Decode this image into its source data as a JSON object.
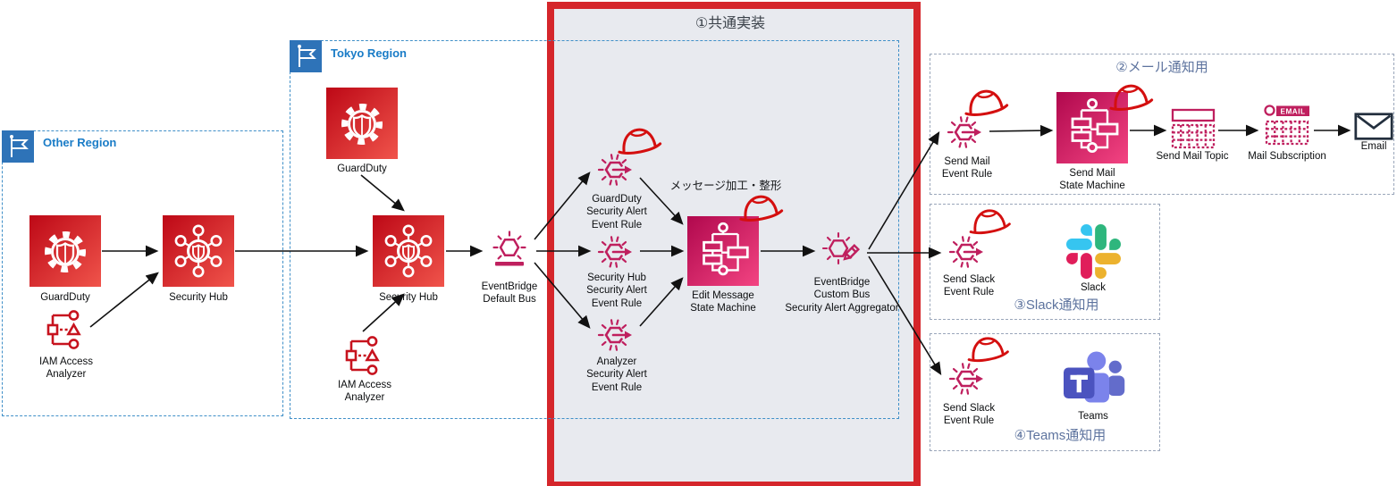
{
  "regions": {
    "other": {
      "label": "Other Region"
    },
    "tokyo": {
      "label": "Tokyo Region"
    }
  },
  "groups": {
    "common": {
      "title": "①共通実装"
    },
    "mail": {
      "title": "②メール通知用"
    },
    "slack": {
      "title": "③Slack通知用"
    },
    "teams": {
      "title": "④Teams通知用"
    }
  },
  "nodes": {
    "guardduty_other": {
      "label": "GuardDuty"
    },
    "securityhub_other": {
      "label": "Security Hub"
    },
    "iam_analyzer_other": {
      "label": "IAM Access\nAnalyzer"
    },
    "guardduty_tokyo": {
      "label": "GuardDuty"
    },
    "securityhub_tokyo": {
      "label": "Security Hub"
    },
    "iam_analyzer_tokyo": {
      "label": "IAM Access\nAnalyzer"
    },
    "default_bus": {
      "label": "EventBridge\nDefault Bus"
    },
    "guardduty_rule": {
      "label": "GuardDuty\nSecurity Alert\nEvent Rule"
    },
    "securityhub_rule": {
      "label": "Security Hub\nSecurity Alert\nEvent Rule"
    },
    "analyzer_rule": {
      "label": "Analyzer\nSecurity Alert\nEvent Rule"
    },
    "edit_message_sm": {
      "label": "Edit Message\nState Machine",
      "note": "メッセージ加工・整形"
    },
    "custom_bus": {
      "label": "EventBridge\nCustom Bus\nSecurity Alert Aggregator"
    },
    "send_mail_rule": {
      "label": "Send Mail\nEvent Rule"
    },
    "send_mail_sm": {
      "label": "Send Mail\nState Machine"
    },
    "send_mail_topic": {
      "label": "Send Mail Topic"
    },
    "mail_subscription": {
      "label": "Mail Subscription",
      "badge": "EMAIL"
    },
    "email": {
      "label": "Email"
    },
    "send_slack_rule": {
      "label": "Send Slack\nEvent Rule"
    },
    "slack": {
      "label": "Slack"
    },
    "send_slack_rule_teams": {
      "label": "Send Slack\nEvent Rule"
    },
    "teams": {
      "label": "Teams"
    }
  },
  "colors": {
    "region_border_blue": "#3f8fc8",
    "region_label_blue": "#1a7cc7",
    "region_flag_bg": "#2e73b8",
    "common_box_border_red": "#d5262b",
    "common_box_fill": "#e8eaef",
    "notify_box_border": "#9aa6ba",
    "notify_title_slate": "#5d739e",
    "security_service_gradient": [
      "#bd0816",
      "#f0544b"
    ],
    "stepfunctions_gradient": [
      "#b0084d",
      "#f34482"
    ],
    "eventbridge_pink": "#bf1f5e",
    "iam_analyzer_red": "#c7131e",
    "helmet_red": "#d40f0f",
    "email_dark": "#232f3e",
    "slack_colors": [
      "#36C5F0",
      "#2EB67D",
      "#ECB22E",
      "#E01E5A"
    ],
    "teams_purple": "#7B83EB"
  }
}
